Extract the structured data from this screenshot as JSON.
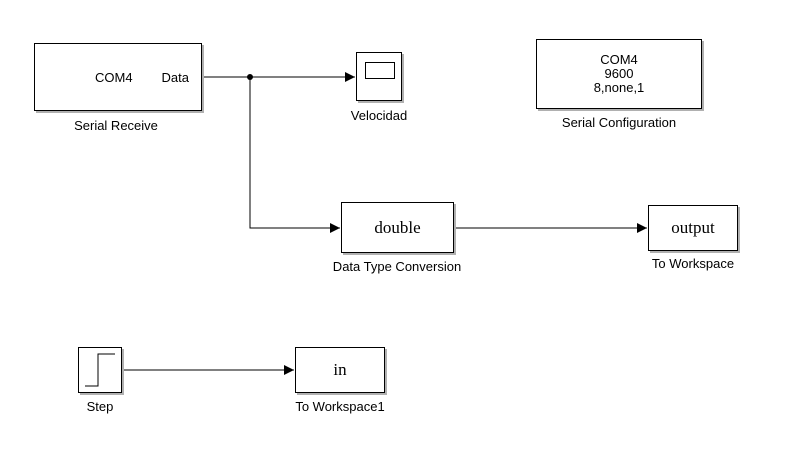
{
  "blocks": {
    "serial_receive": {
      "port": "COM4",
      "output": "Data",
      "label": "Serial Receive"
    },
    "scope": {
      "label": "Velocidad"
    },
    "serial_config": {
      "line1": "COM4",
      "line2": "9600",
      "line3": "8,none,1",
      "label": "Serial Configuration"
    },
    "data_type_conversion": {
      "text": "double",
      "label": "Data Type Conversion"
    },
    "to_workspace": {
      "text": "output",
      "label": "To Workspace"
    },
    "step": {
      "label": "Step"
    },
    "to_workspace1": {
      "text": "in",
      "label": "To Workspace1"
    }
  }
}
